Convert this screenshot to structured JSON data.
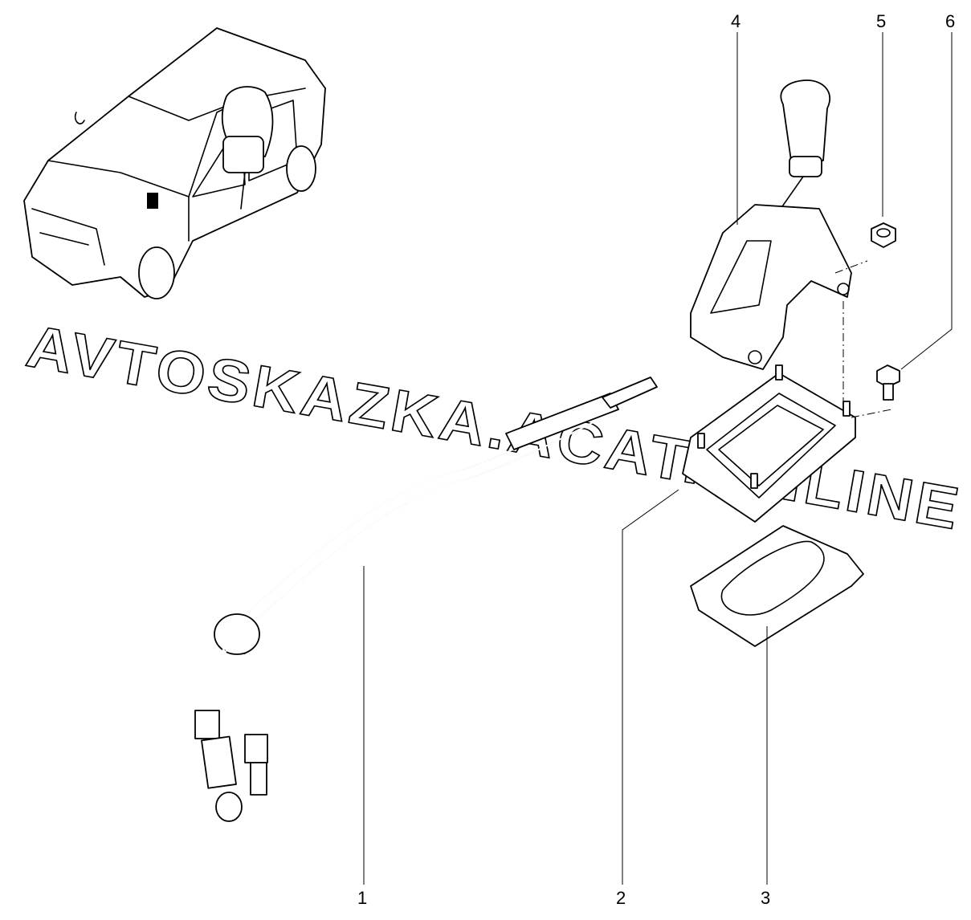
{
  "diagram": {
    "callouts": [
      {
        "id": "1",
        "label": "1"
      },
      {
        "id": "2",
        "label": "2"
      },
      {
        "id": "3",
        "label": "3"
      },
      {
        "id": "4",
        "label": "4"
      },
      {
        "id": "5",
        "label": "5"
      },
      {
        "id": "6",
        "label": "6"
      }
    ],
    "watermark": "AVTOSKAZKA.ACAT.ONLINE"
  }
}
